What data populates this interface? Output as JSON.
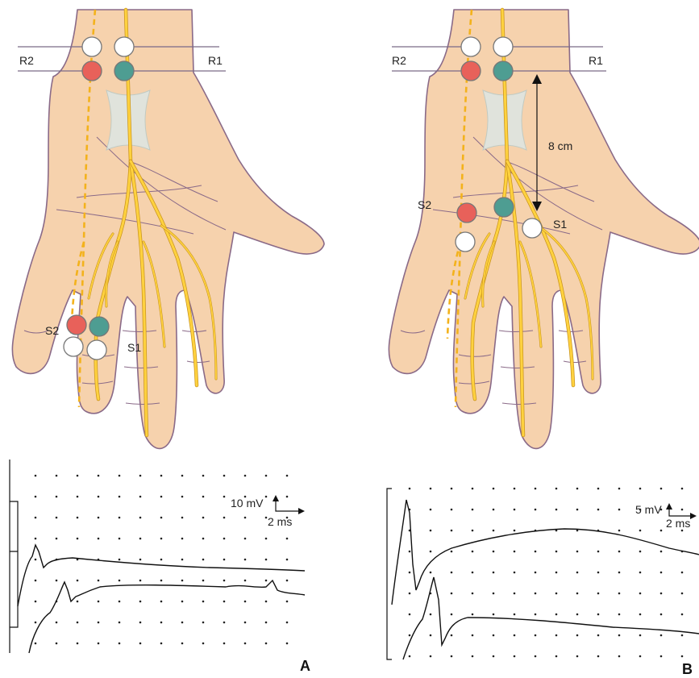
{
  "panel_a": {
    "label": "A",
    "electrodes": {
      "r1": "R1",
      "r2": "R2",
      "s1": "S1",
      "s2": "S2"
    },
    "scale": {
      "amplitude": "10 mV",
      "time": "2 ms"
    }
  },
  "panel_b": {
    "label": "B",
    "electrodes": {
      "r1": "R1",
      "r2": "R2",
      "s1": "S1",
      "s2": "S2"
    },
    "distance": "8 cm",
    "scale": {
      "amplitude": "5 mV",
      "time": "2 ms"
    }
  },
  "colors": {
    "skin": "#f6d2ad",
    "nerve": "#ffd23f",
    "electrode_red": "#e8615a",
    "electrode_teal": "#4e9d92",
    "electrode_white": "#ffffff"
  }
}
